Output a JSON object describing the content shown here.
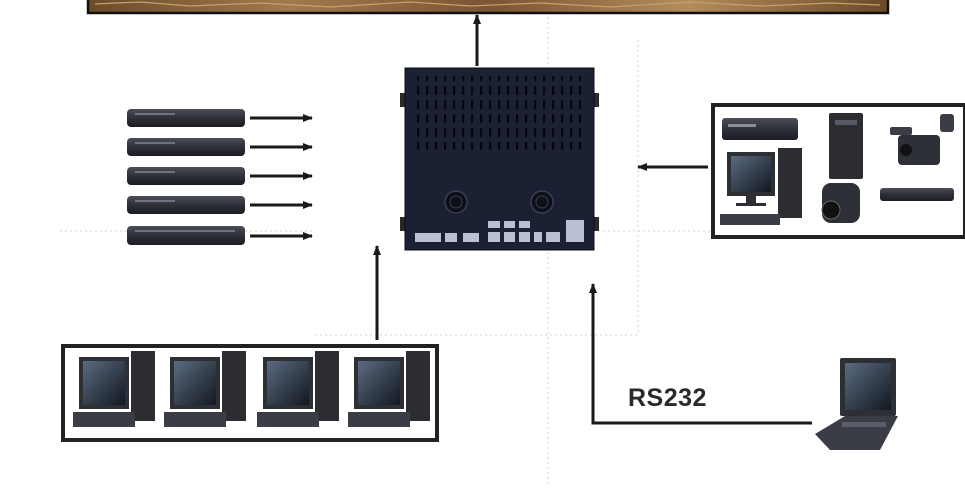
{
  "diagram": {
    "link_label": "RS232",
    "nodes": [
      {
        "id": "video-wall-display",
        "icon": "video-wall-icon"
      },
      {
        "id": "video-wall-controller",
        "icon": "controller-chassis-icon"
      },
      {
        "id": "input-source-decoders",
        "icon": "set-top-box-icon",
        "count": 5
      },
      {
        "id": "av-sources",
        "icon": "av-equipment-icon"
      },
      {
        "id": "pc-inputs",
        "icon": "desktop-pc-icon",
        "count": 4
      },
      {
        "id": "control-laptop",
        "icon": "laptop-icon"
      }
    ],
    "colors": {
      "arrow": "#1a1a1a",
      "chassis": "#1b2033",
      "panel_border": "#222222",
      "label": "#2a2a2a"
    }
  }
}
